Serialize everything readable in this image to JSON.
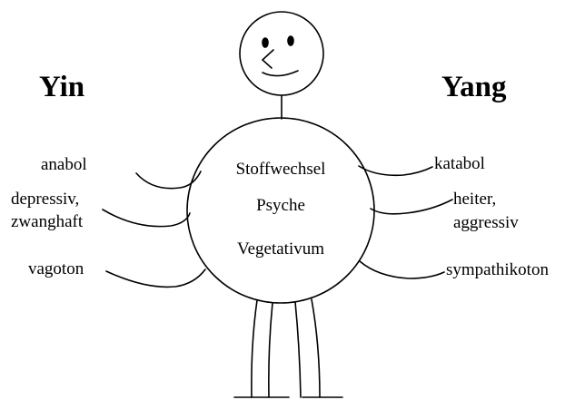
{
  "headings": {
    "left": "Yin",
    "right": "Yang"
  },
  "body_labels": [
    "Stoffwechsel",
    "Psyche",
    "Vegetativum"
  ],
  "left_labels": {
    "metabolism": "anabol",
    "psyche_line1": "depressiv,",
    "psyche_line2": "zwanghaft",
    "vegetative": "vagoton"
  },
  "right_labels": {
    "metabolism": "katabol",
    "psyche_line1": "heiter,",
    "psyche_line2": "aggressiv",
    "vegetative": "sympathikoton"
  }
}
